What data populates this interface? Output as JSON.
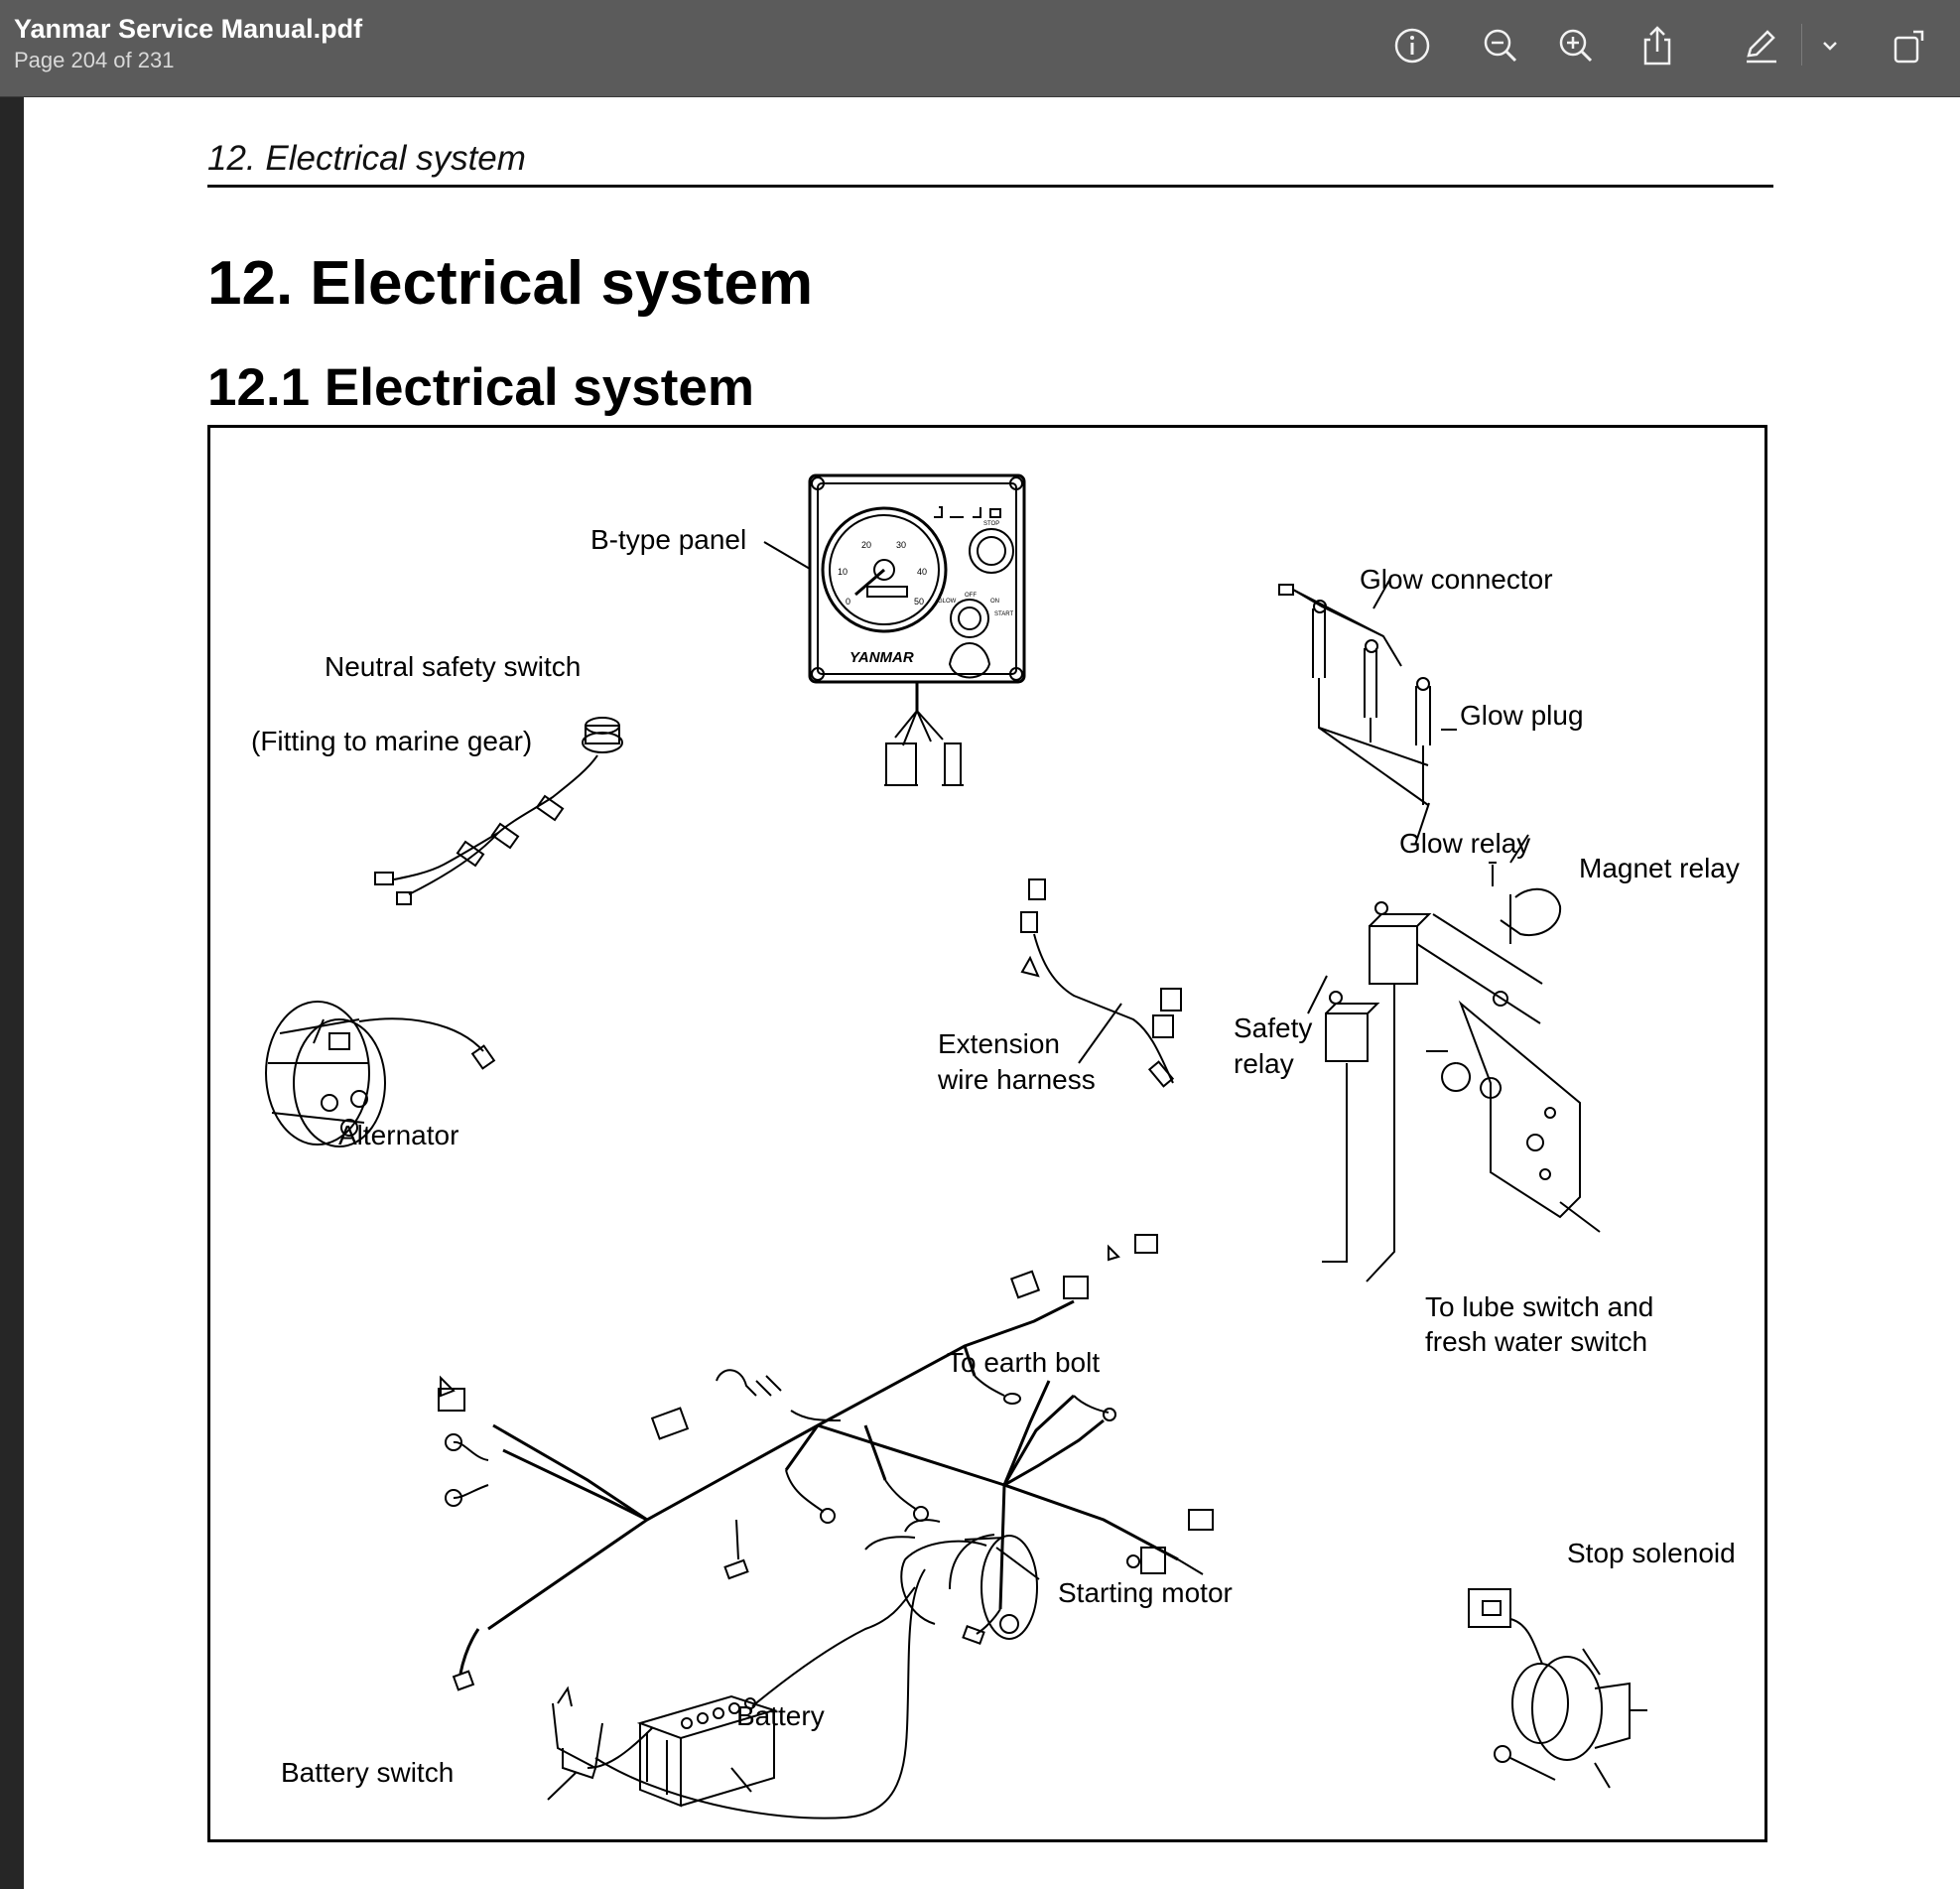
{
  "window": {
    "title": "Yanmar Service Manual.pdf",
    "page_info": "Page 204 of 231"
  },
  "toolbar": {
    "icons": [
      "info-icon",
      "zoom-out-icon",
      "zoom-in-icon",
      "share-icon",
      "markup-pen-icon",
      "chevron-down-icon",
      "rotate-icon"
    ],
    "icon_color": "#f2f2f2"
  },
  "page": {
    "running_header": "12.  Electrical system",
    "heading1": "12. Electrical system",
    "heading2": "12.1 Electrical system"
  },
  "figure": {
    "labels": {
      "b_type_panel": "B-type panel",
      "glow_connector": "Glow connector",
      "neutral_safety_switch": "Neutral safety switch",
      "fitting_marine_gear": "(Fitting to marine gear)",
      "glow_plug": "Glow plug",
      "glow_relay": "Glow relay",
      "magnet_relay": "Magnet relay",
      "safety_relay_1": "Safety",
      "safety_relay_2": "relay",
      "extension_1": "Extension",
      "extension_2": "wire harness",
      "alternator": "Alternator",
      "to_lube_1": "To lube switch and",
      "to_lube_2": "fresh water switch",
      "to_earth_bolt": "To earth bolt",
      "stop_solenoid": "Stop solenoid",
      "starting_motor": "Starting motor",
      "battery": "Battery",
      "battery_switch": "Battery switch"
    },
    "panel": {
      "brand": "YANMAR",
      "gauge_ticks": [
        "0",
        "10",
        "20",
        "30",
        "40",
        "50"
      ],
      "switch_labels": [
        "STOP",
        "GLOW",
        "OFF",
        "ON",
        "START"
      ]
    }
  }
}
